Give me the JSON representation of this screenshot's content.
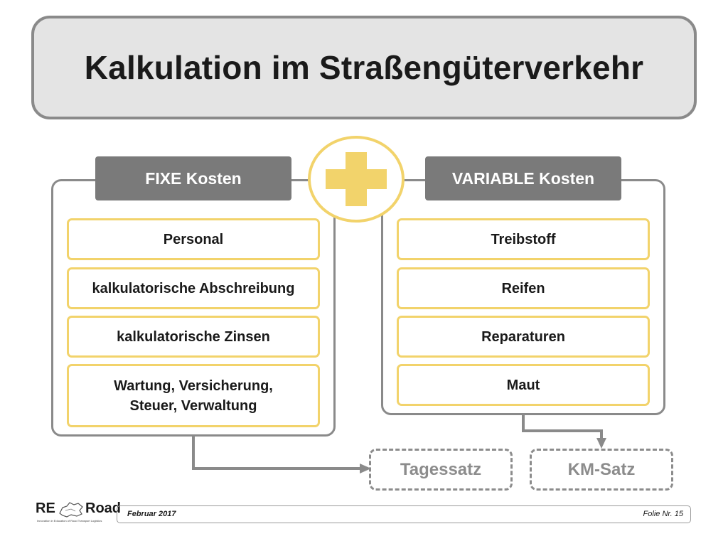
{
  "title": "Kalkulation im Straßengüterverkehr",
  "fixed": {
    "header": "FIXE Kosten",
    "items": [
      "Personal",
      "kalkulatorische Abschreibung",
      "kalkulatorische Zinsen",
      "Wartung, Versicherung,\nSteuer, Verwaltung"
    ]
  },
  "variable": {
    "header": "VARIABLE Kosten",
    "items": [
      "Treibstoff",
      "Reifen",
      "Reparaturen",
      "Maut"
    ]
  },
  "outputs": {
    "daily": "Tagessatz",
    "km": "KM-Satz"
  },
  "footer": {
    "date": "Februar 2017",
    "slide": "Folie Nr. 15"
  },
  "logo": {
    "left": "RE",
    "right": "Road",
    "tagline": "Innovation in Education of Road Transport Logistics"
  },
  "colors": {
    "accent_yellow": "#f2d36b",
    "header_gray": "#7a7a7a",
    "border_gray": "#8a8a8a",
    "title_bg": "#e4e4e4"
  }
}
